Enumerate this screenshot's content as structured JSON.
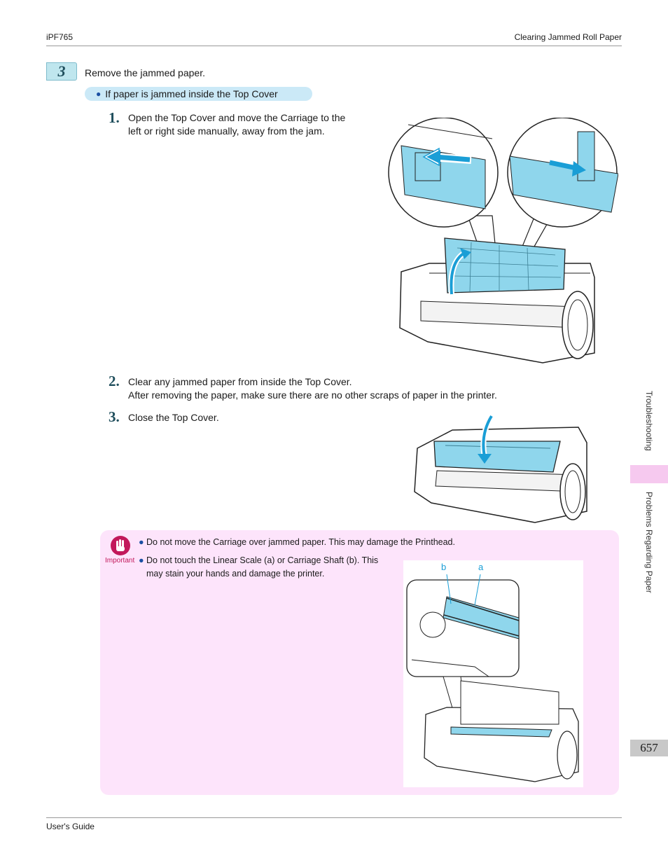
{
  "header": {
    "left": "iPF765",
    "right": "Clearing Jammed Roll Paper"
  },
  "step": {
    "number": "3",
    "text": "Remove the jammed paper."
  },
  "condition": {
    "text": "If paper is jammed inside the Top Cover"
  },
  "substeps": [
    {
      "number": "1.",
      "lines": [
        "Open the Top Cover and move the Carriage to the",
        "left or right side manually, away from the jam."
      ]
    },
    {
      "number": "2.",
      "lines": [
        "Clear any jammed paper from inside the Top Cover.",
        "After removing the paper, make sure there are no other scraps of paper in the printer."
      ]
    },
    {
      "number": "3.",
      "lines": [
        "Close the Top Cover."
      ]
    }
  ],
  "important": {
    "label": "Important",
    "bullets": [
      {
        "lines": [
          "Do not move the Carriage over jammed paper. This may damage the Printhead."
        ]
      },
      {
        "lines": [
          "Do not touch the Linear Scale (a) or Carriage Shaft (b). This",
          "may stain your hands and damage the printer."
        ]
      }
    ],
    "callouts": {
      "b": "b",
      "a": "a"
    }
  },
  "sidebar": {
    "section": "Troubleshooting",
    "subsection": "Problems Regarding Paper",
    "page_number": "657"
  },
  "footer": {
    "left": "User's Guide"
  },
  "colors": {
    "accent_blue": "#8fd6ec",
    "badge_bg": "#bfe6ee",
    "pill_bg": "#cbe9f7",
    "note_bg": "#fde4fb",
    "important_pink": "#c2185b",
    "side_tab_pink": "#f6c9ef"
  }
}
